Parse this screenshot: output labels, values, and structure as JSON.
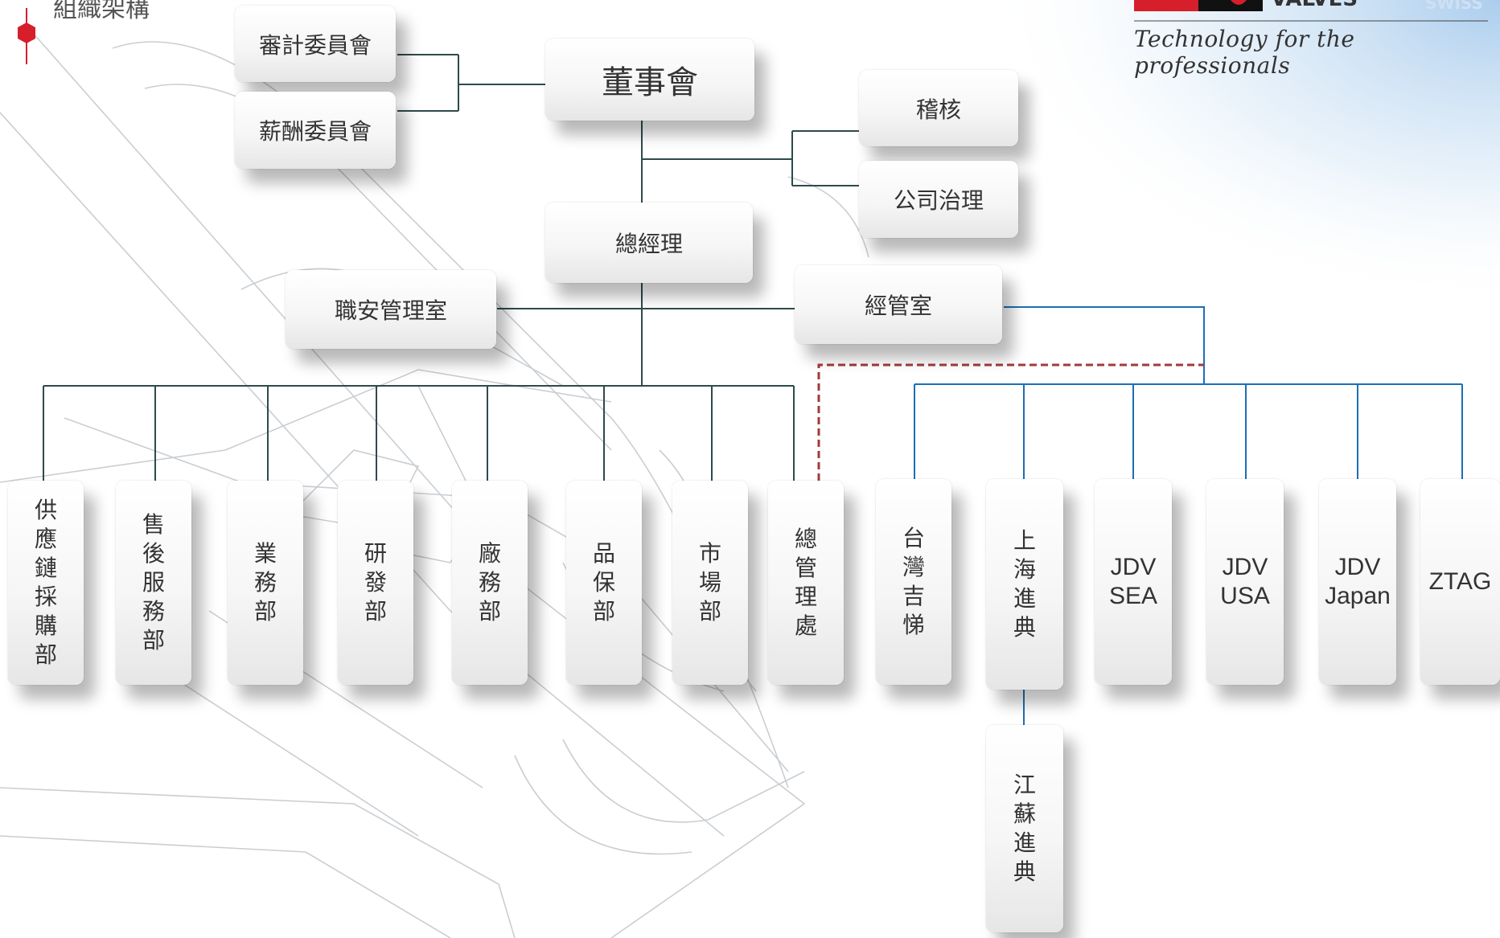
{
  "header": {
    "title": "組織架構",
    "brand_word": "VALVES",
    "brand_suffix": "SWISS",
    "tagline": "Technology for the professionals"
  },
  "colors": {
    "tree_line": "#2e4a4a",
    "subsidiary_line": "#1a6fb8",
    "dashed_link": "#a33a3a",
    "accent_red": "#d61f2b"
  },
  "chart": {
    "audit_committee": "審計委員會",
    "remuneration_committee": "薪酬委員會",
    "board": "董事會",
    "audit": "稽核",
    "governance": "公司治理",
    "general_manager": "總經理",
    "safety_office": "職安管理室",
    "management_office": "經管室",
    "departments": [
      "供應鏈採購部",
      "售後服務部",
      "業務部",
      "研發部",
      "廠務部",
      "品保部",
      "市場部",
      "總管理處"
    ],
    "subsidiaries": [
      [
        "台灣吉悌"
      ],
      [
        "上海進典"
      ],
      [
        "JDV",
        "SEA"
      ],
      [
        "JDV",
        "USA"
      ],
      [
        "JDV",
        "Japan"
      ],
      [
        "ZTAG"
      ]
    ],
    "sub_subsidiary": "江蘇進典"
  }
}
